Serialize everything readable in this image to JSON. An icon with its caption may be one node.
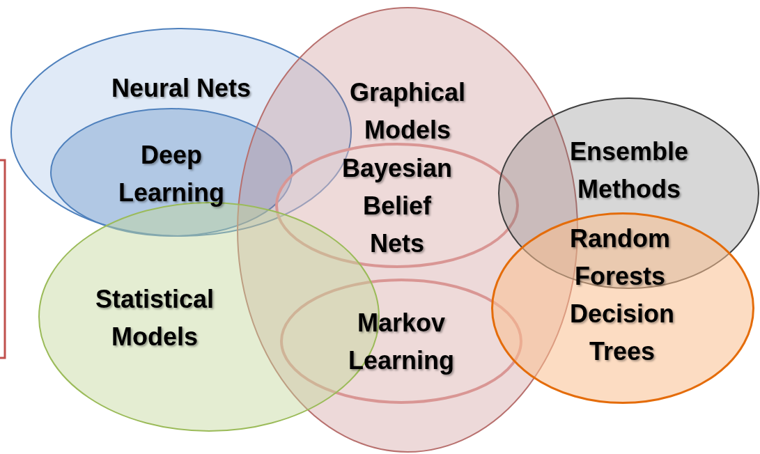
{
  "diagram": {
    "nodes": [
      {
        "text": [
          "Neural Nets"
        ]
      },
      {
        "text": [
          "Deep Learning"
        ],
        "in": 0
      },
      {
        "text": [
          "Graphical Models"
        ]
      },
      {
        "text": [
          "Bayesian Belief Nets"
        ],
        "in": 2
      },
      {
        "text": [
          "Markov Learning"
        ],
        "in": 2
      },
      {
        "text": [
          "Ensemble Methods"
        ]
      },
      {
        "text": [
          "Statistical Models"
        ]
      },
      {
        "text": [
          "Decision Trees"
        ]
      }
    ],
    "labels": [
      "Random Forests"
    ]
  }
}
